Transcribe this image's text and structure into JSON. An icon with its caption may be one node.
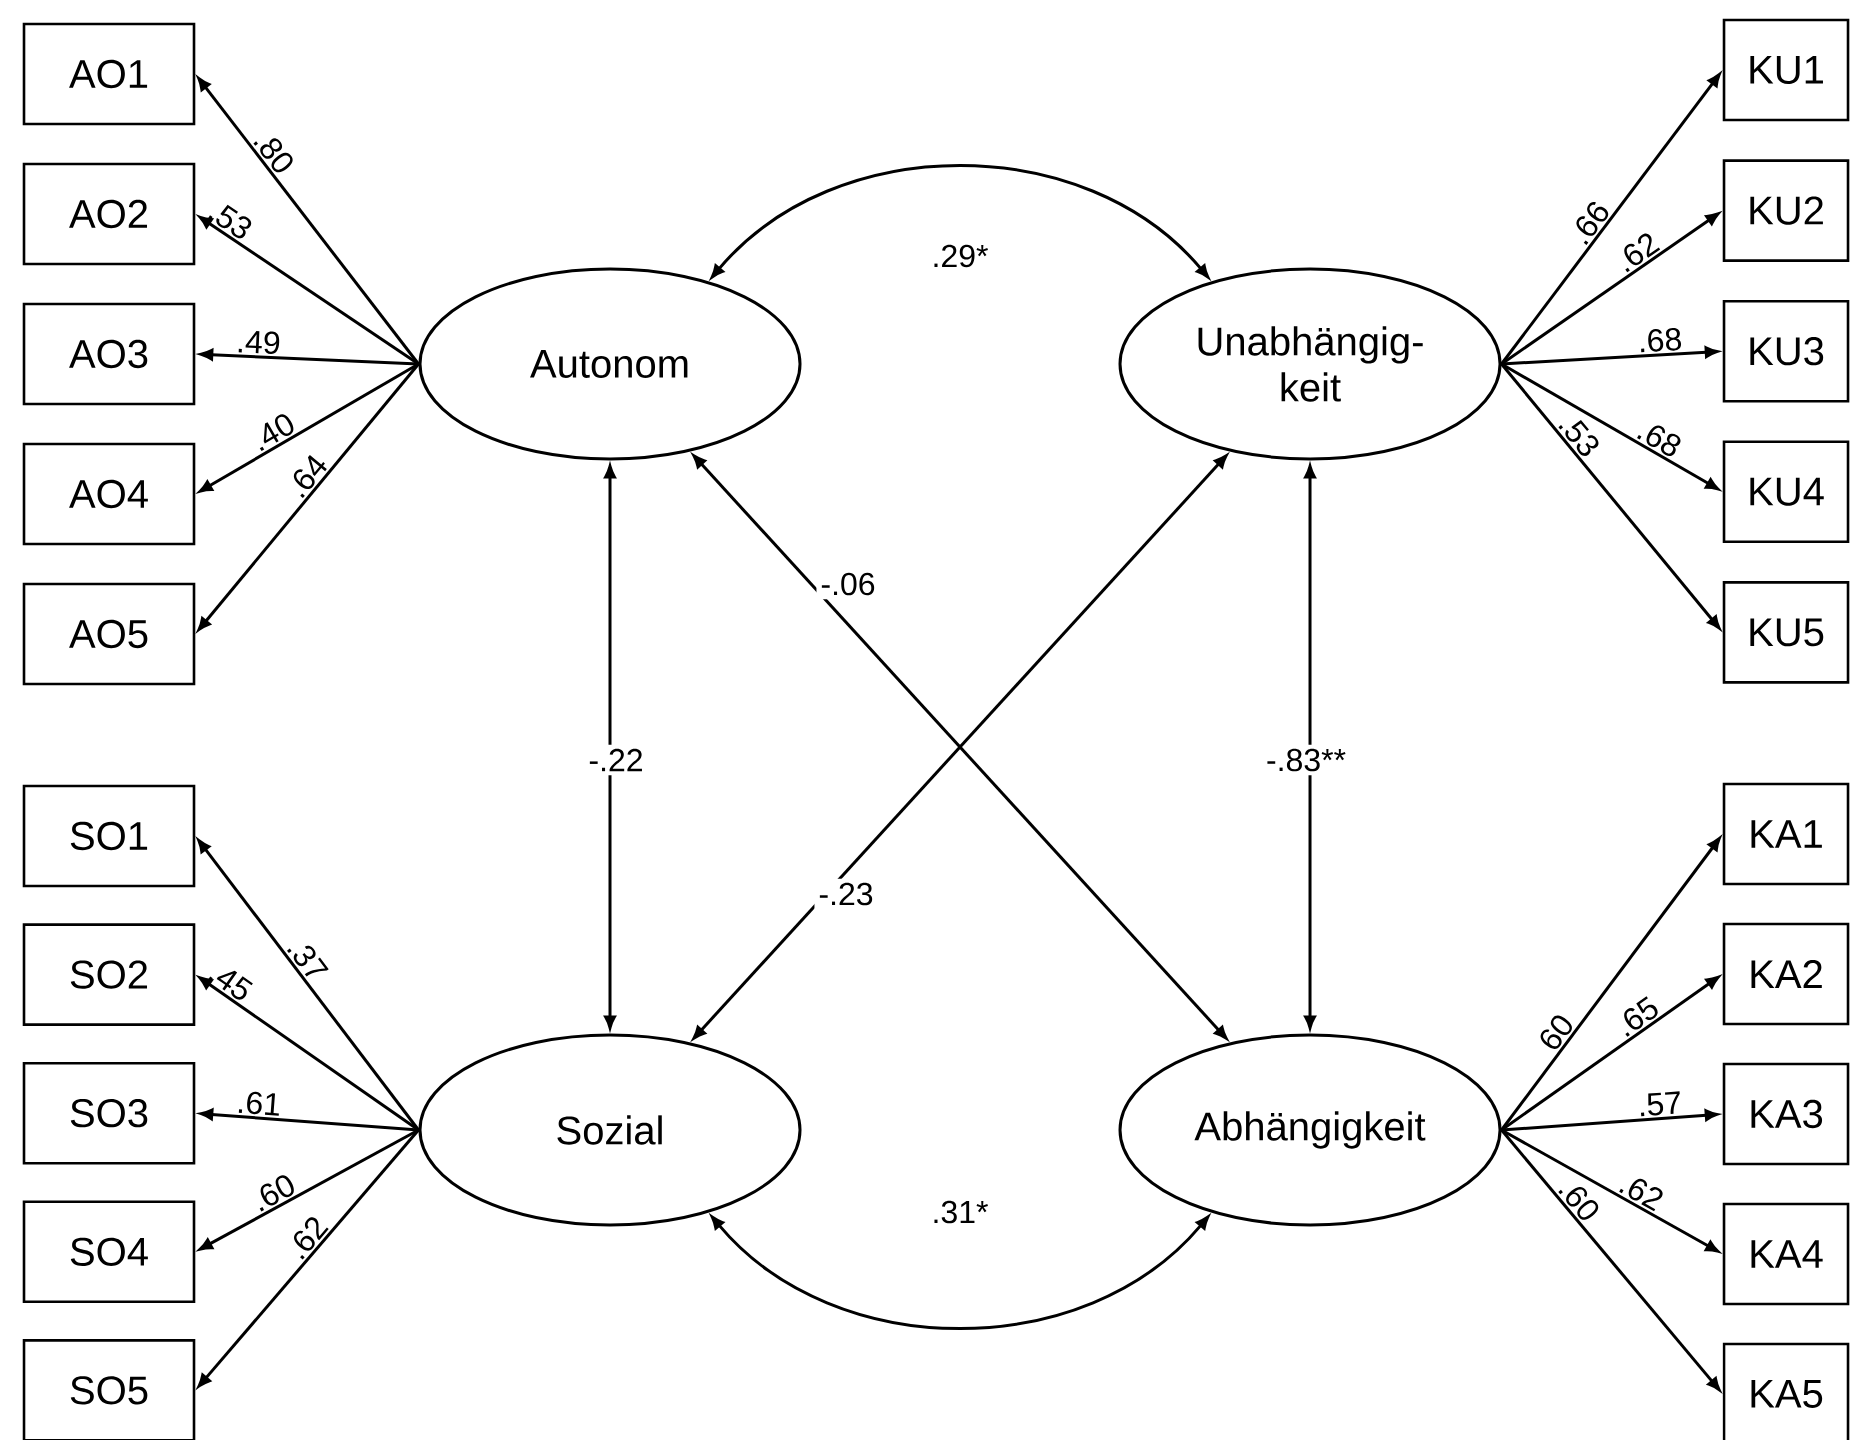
{
  "diagram": {
    "nodes": [
      {
        "text": [
          "Autonom"
        ]
      },
      {
        "text": [
          "Unabhängig- keit"
        ]
      },
      {
        "text": [
          "Sozial"
        ]
      },
      {
        "text": [
          "Abhängigkeit"
        ]
      },
      {
        "text": [
          "AO1"
        ]
      },
      {
        "text": [
          "AO2"
        ]
      },
      {
        "text": [
          "AO3"
        ]
      },
      {
        "text": [
          "AO4"
        ]
      },
      {
        "text": [
          "AO5"
        ]
      },
      {
        "text": [
          "KU1"
        ]
      },
      {
        "text": [
          "KU2"
        ]
      },
      {
        "text": [
          "KU3"
        ]
      },
      {
        "text": [
          "KU4"
        ]
      },
      {
        "text": [
          "KU5"
        ]
      },
      {
        "text": [
          "SO1"
        ]
      },
      {
        "text": [
          "SO2"
        ]
      },
      {
        "text": [
          "SO3"
        ]
      },
      {
        "text": [
          "SO4"
        ]
      },
      {
        "text": [
          "SO5"
        ]
      },
      {
        "text": [
          "KA1"
        ]
      },
      {
        "text": [
          "KA2"
        ]
      },
      {
        "text": [
          "KA3"
        ]
      },
      {
        "text": [
          "KA4"
        ]
      },
      {
        "text": [
          "KA5"
        ]
      }
    ],
    "edges": [
      {
        "from": 0,
        "to": 1,
        "arrow": "both",
        "label": ".29*"
      },
      {
        "from": 0,
        "to": 2,
        "arrow": "both",
        "label": "-.22"
      },
      {
        "from": 0,
        "to": 3,
        "arrow": "both",
        "label": "-.06"
      },
      {
        "from": 2,
        "to": 1,
        "arrow": "both",
        "label": "-.23"
      },
      {
        "from": 1,
        "to": 3,
        "arrow": "both",
        "label": "-.83**"
      },
      {
        "from": 2,
        "to": 3,
        "arrow": "both",
        "label": ".31*"
      },
      {
        "from": 0,
        "to": 4,
        "arrow": "to",
        "label": ".80"
      },
      {
        "from": 0,
        "to": 5,
        "arrow": "to",
        "label": ".53"
      },
      {
        "from": 0,
        "to": 6,
        "arrow": "to",
        "label": ".49"
      },
      {
        "from": 0,
        "to": 7,
        "arrow": "to",
        "label": ".40"
      },
      {
        "from": 0,
        "to": 8,
        "arrow": "to",
        "label": ".64"
      },
      {
        "from": 1,
        "to": 9,
        "arrow": "to",
        "label": ".66"
      },
      {
        "from": 1,
        "to": 10,
        "arrow": "to",
        "label": ".62"
      },
      {
        "from": 1,
        "to": 11,
        "arrow": "to",
        "label": ".68"
      },
      {
        "from": 1,
        "to": 12,
        "arrow": "to",
        "label": ".68"
      },
      {
        "from": 1,
        "to": 13,
        "arrow": "to",
        "label": ".53"
      },
      {
        "from": 2,
        "to": 14,
        "arrow": "to",
        "label": ".37"
      },
      {
        "from": 2,
        "to": 15,
        "arrow": "to",
        "label": ".45"
      },
      {
        "from": 2,
        "to": 16,
        "arrow": "to",
        "label": ".61"
      },
      {
        "from": 2,
        "to": 17,
        "arrow": "to",
        "label": ".60"
      },
      {
        "from": 2,
        "to": 18,
        "arrow": "to",
        "label": ".62"
      },
      {
        "from": 3,
        "to": 19,
        "arrow": "to",
        "label": "60"
      },
      {
        "from": 3,
        "to": 20,
        "arrow": "to",
        "label": ".65"
      },
      {
        "from": 3,
        "to": 21,
        "arrow": "to",
        "label": ".57"
      },
      {
        "from": 3,
        "to": 22,
        "arrow": "to",
        "label": ".62"
      },
      {
        "from": 3,
        "to": 23,
        "arrow": "to",
        "label": ".60"
      }
    ]
  }
}
